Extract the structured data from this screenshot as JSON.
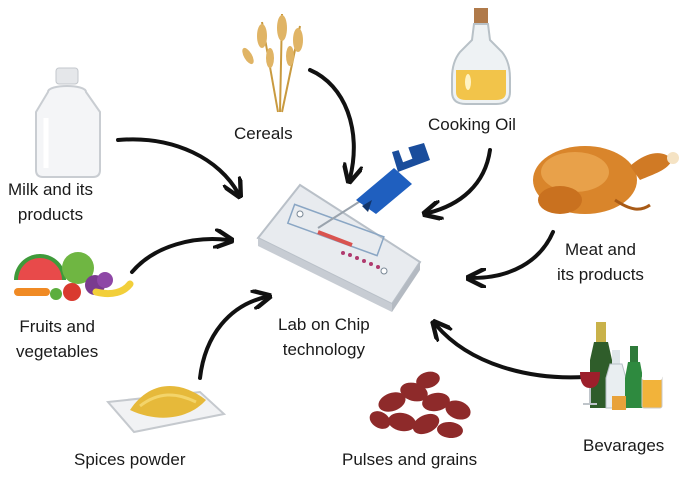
{
  "center": {
    "lines": [
      "Lab on Chip",
      "technology"
    ]
  },
  "sources": [
    {
      "id": "milk",
      "lines": [
        "Milk and its",
        "products"
      ],
      "icon": "milk-bottle-icon"
    },
    {
      "id": "cereals",
      "lines": [
        "Cereals"
      ],
      "icon": "wheat-icon"
    },
    {
      "id": "oil",
      "lines": [
        "Cooking Oil"
      ],
      "icon": "oil-bottle-icon"
    },
    {
      "id": "meat",
      "lines": [
        "Meat and",
        "its products"
      ],
      "icon": "roast-chicken-icon"
    },
    {
      "id": "fruits",
      "lines": [
        "Fruits and",
        "vegetables"
      ],
      "icon": "fruits-vegetables-icon"
    },
    {
      "id": "spices",
      "lines": [
        "Spices powder"
      ],
      "icon": "spice-powder-icon"
    },
    {
      "id": "pulses",
      "lines": [
        "Pulses and grains"
      ],
      "icon": "kidney-beans-icon"
    },
    {
      "id": "bev",
      "lines": [
        "Bevarages"
      ],
      "icon": "beverage-bottles-icon"
    }
  ],
  "colors": {
    "arrow": "#111111",
    "pipette": "#1f5fbf",
    "chip": "#dfe3e8",
    "channel": "#d9534f"
  }
}
